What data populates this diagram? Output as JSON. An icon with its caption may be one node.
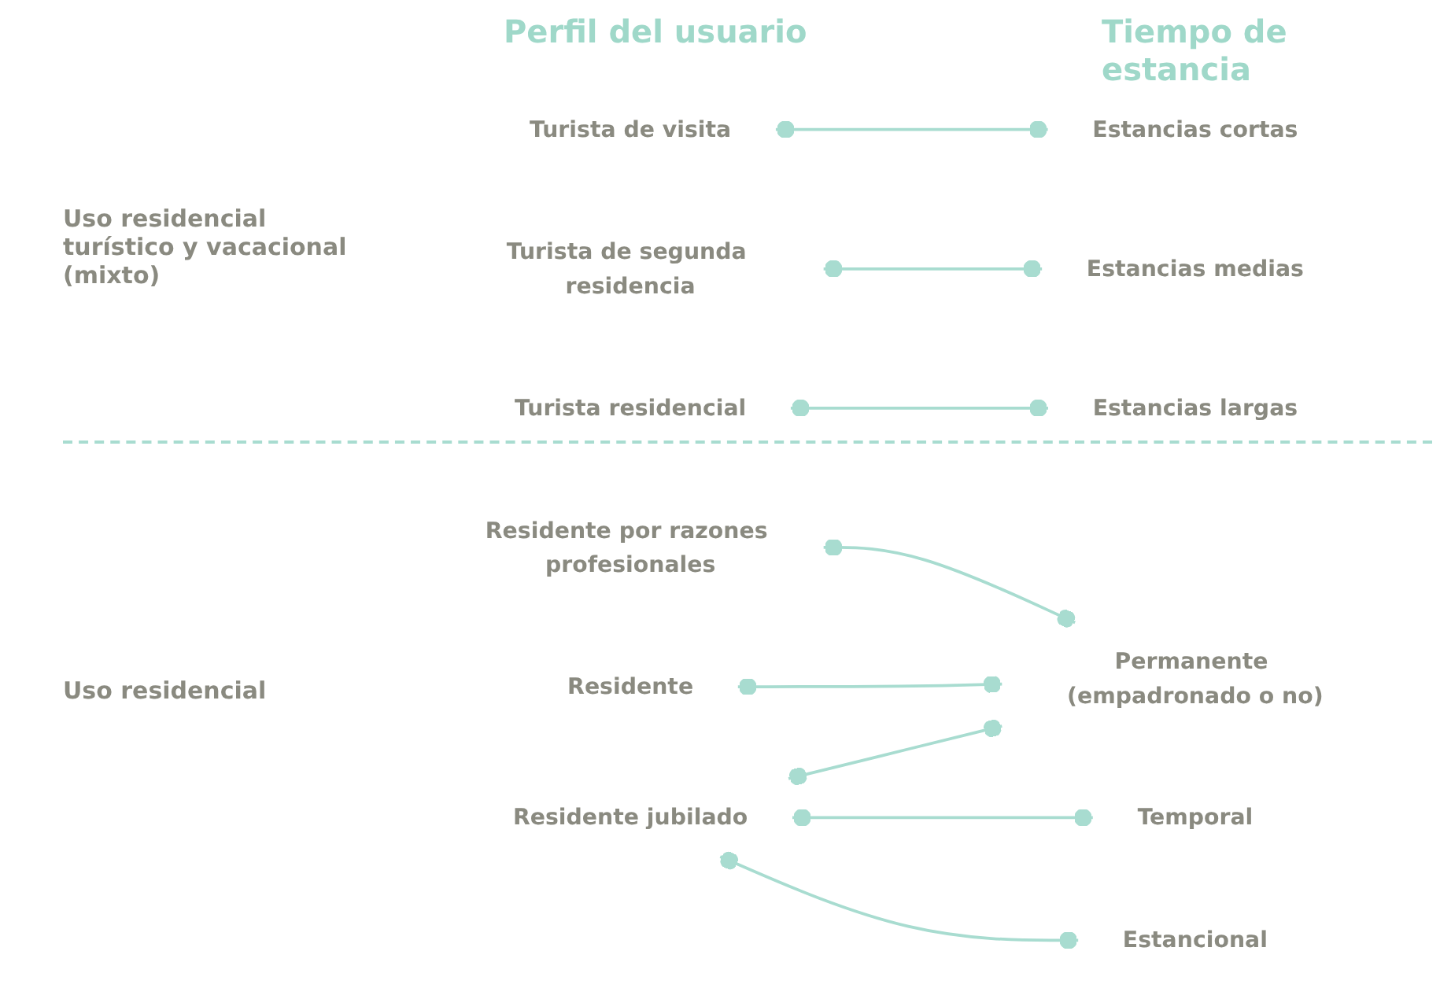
{
  "diagram": {
    "nodes": [
      {
        "text": [
          "Turista de visita"
        ]
      },
      {
        "text": [
          "Turista de segunda residencia"
        ]
      },
      {
        "text": [
          "Turista residencial"
        ]
      },
      {
        "text": [
          "Estancias cortas"
        ]
      },
      {
        "text": [
          "Estancias medias"
        ]
      },
      {
        "text": [
          "Estancias largas"
        ]
      },
      {
        "text": [
          "Residente por razones profesionales"
        ]
      },
      {
        "text": [
          "Residente"
        ]
      },
      {
        "text": [
          "Residente jubilado"
        ]
      },
      {
        "text": [
          "Permanente (empadronado o no)"
        ]
      },
      {
        "text": [
          "Temporal"
        ]
      },
      {
        "text": [
          "Estancional"
        ]
      }
    ],
    "edges": [
      {
        "from": 0,
        "to": 3,
        "arrow": "other"
      },
      {
        "from": 1,
        "to": 4,
        "arrow": "other"
      },
      {
        "from": 2,
        "to": 5,
        "arrow": "other"
      },
      {
        "from": 6,
        "to": 9,
        "arrow": "other"
      },
      {
        "from": 7,
        "to": 9,
        "arrow": "other"
      },
      {
        "from": 8,
        "to": 9,
        "arrow": "other"
      },
      {
        "from": 8,
        "to": 10,
        "arrow": "other"
      },
      {
        "from": 8,
        "to": 11,
        "arrow": "other"
      }
    ],
    "labels": [
      "Perfil del usuario",
      "Tiempo de estancia",
      "Uso residencial turístico y vacacional (mixto)",
      "Uso residencial"
    ]
  }
}
